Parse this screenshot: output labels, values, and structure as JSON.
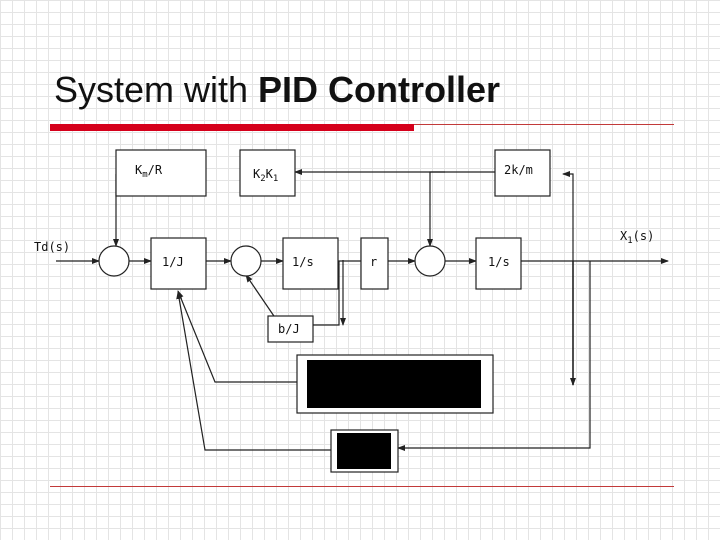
{
  "slide": {
    "title_plain": "System with ",
    "title_bold": "PID Controller"
  },
  "blocks": {
    "km_r": {
      "main": "K",
      "sub": "m",
      "tail": "/R"
    },
    "k2k1": {
      "p1": "K",
      "s1": "2",
      "p2": "K",
      "s2": "1"
    },
    "two_k_m": "2k/m",
    "one_over_j": "1/J",
    "integrator_1": "1/s",
    "b_over_j": "b/J",
    "r_gain": "r",
    "integrator_2": "1/s"
  },
  "signals": {
    "input": "Td(s)",
    "output": {
      "main": "X",
      "sub": "1",
      "tail": "(s)"
    }
  },
  "colors": {
    "accent_bar": "#d5001b",
    "redacted": "#000000"
  }
}
